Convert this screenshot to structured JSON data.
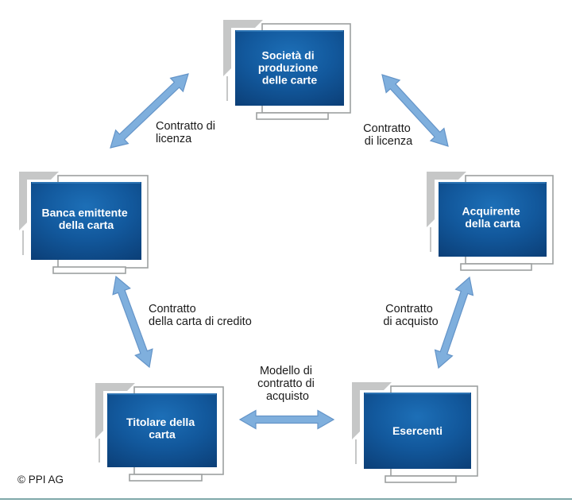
{
  "nodes": [
    {
      "id": "card-production-company",
      "lines": [
        "Società di",
        "produzione",
        "delle carte"
      ]
    },
    {
      "id": "issuing-bank",
      "lines": [
        "Banca emittente",
        "della carta"
      ]
    },
    {
      "id": "card-acquirer",
      "lines": [
        "Acquirente",
        "della carta"
      ]
    },
    {
      "id": "cardholder",
      "lines": [
        "Titolare della",
        "carta"
      ]
    },
    {
      "id": "merchants",
      "lines": [
        "Esercenti"
      ]
    }
  ],
  "edges": [
    {
      "id": "license-contract-left",
      "label_lines": [
        "Contratto di",
        "licenza"
      ]
    },
    {
      "id": "license-contract-right",
      "label_lines": [
        "Contratto",
        "di licenza"
      ]
    },
    {
      "id": "credit-card-contract",
      "label_lines": [
        "Contratto",
        "della carta di credito"
      ]
    },
    {
      "id": "purchase-contract",
      "label_lines": [
        "Contratto",
        "di acquisto"
      ]
    },
    {
      "id": "purchase-contract-model",
      "label_lines": [
        "Modello di",
        "contratto di",
        "acquisto"
      ]
    }
  ],
  "footer": {
    "copyright": "© PPI AG"
  },
  "theme": {
    "box_grad_light": "#1d6fb7",
    "box_grad_mid": "#12589c",
    "box_grad_dark": "#0a3a70",
    "screen_highlight": "#3c86c4",
    "arrow_fill": "#7fafdd",
    "arrow_stroke": "#6494c8",
    "frame_gray": "#c6c7c7",
    "outline_gray": "#9da0a0",
    "bottom_line": "#7fa8aa",
    "text": "#1a1a1a"
  }
}
